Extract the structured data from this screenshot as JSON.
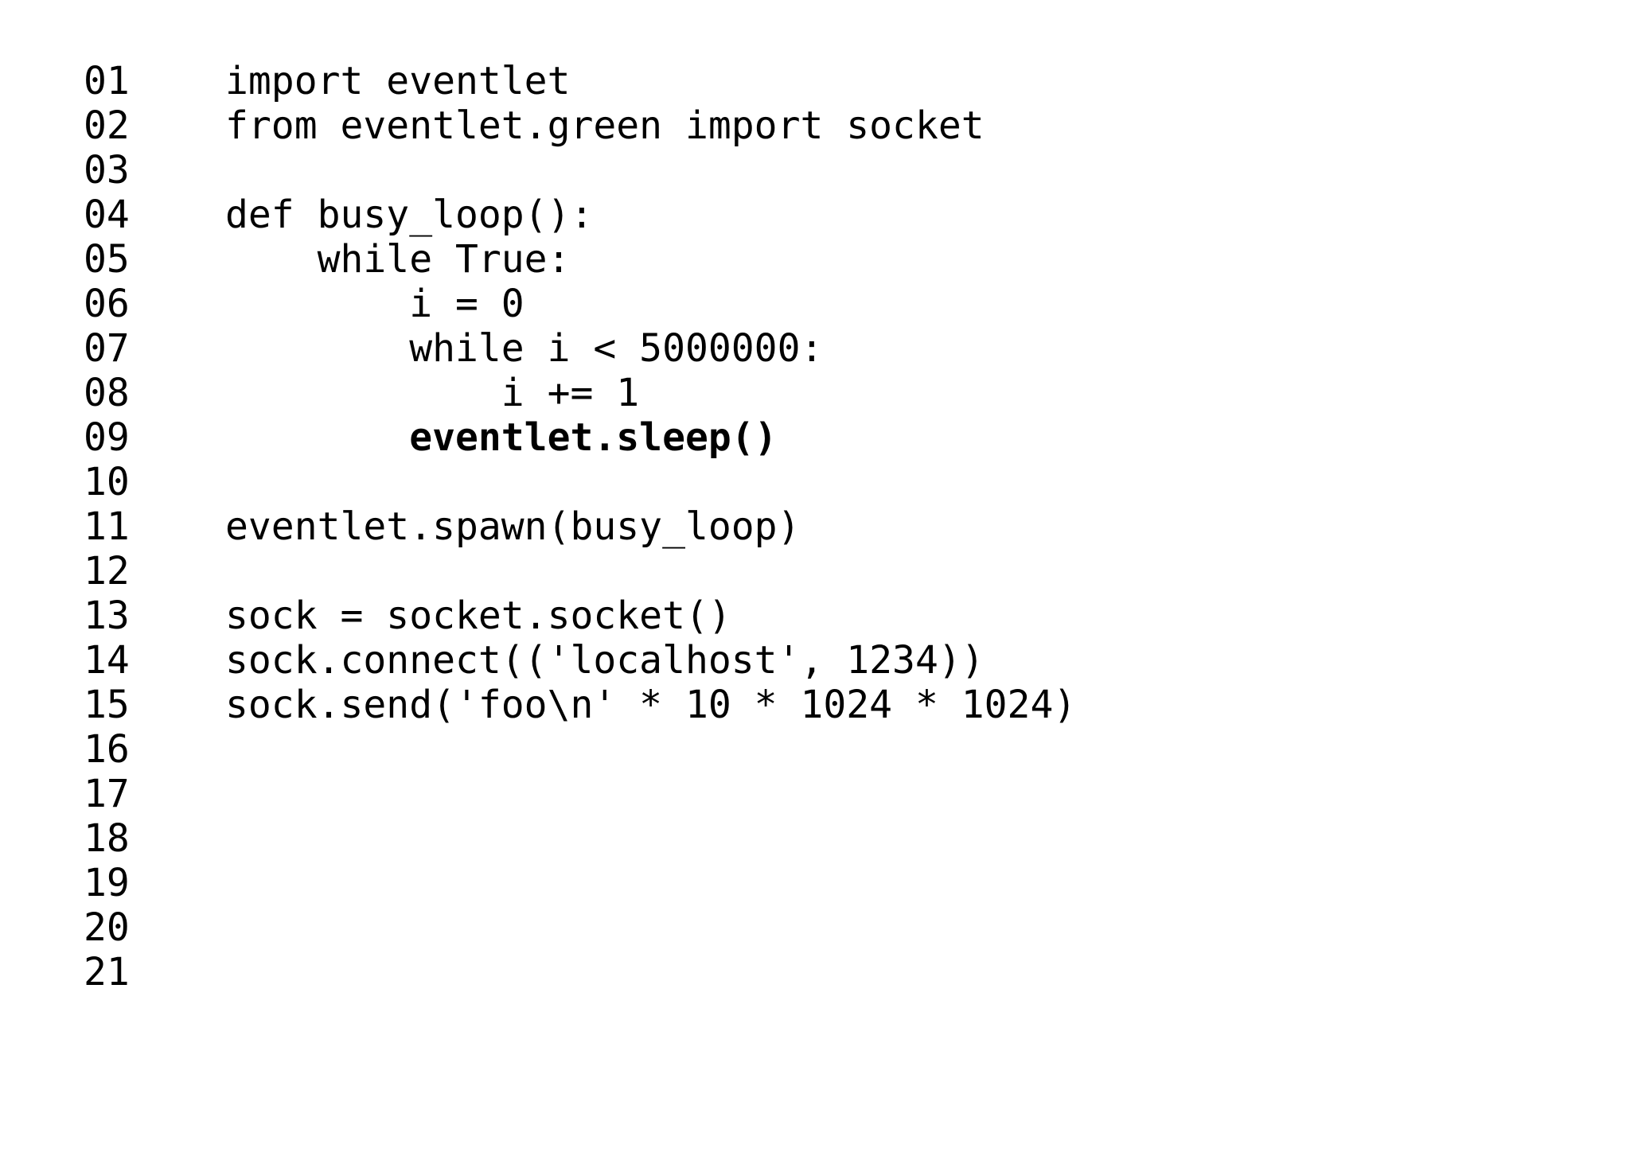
{
  "page": {
    "background_color": "#ffffff",
    "text_color": "#000000"
  },
  "code_listing": {
    "language": "python",
    "bold_line_number": "09",
    "lines": [
      {
        "num": "01",
        "code": "import eventlet",
        "bold": false
      },
      {
        "num": "02",
        "code": "from eventlet.green import socket",
        "bold": false
      },
      {
        "num": "03",
        "code": "",
        "bold": false
      },
      {
        "num": "04",
        "code": "def busy_loop():",
        "bold": false
      },
      {
        "num": "05",
        "code": "    while True:",
        "bold": false
      },
      {
        "num": "06",
        "code": "        i = 0",
        "bold": false
      },
      {
        "num": "07",
        "code": "        while i < 5000000:",
        "bold": false
      },
      {
        "num": "08",
        "code": "            i += 1",
        "bold": false
      },
      {
        "num": "09",
        "code": "        eventlet.sleep()",
        "bold": true
      },
      {
        "num": "10",
        "code": "",
        "bold": false
      },
      {
        "num": "11",
        "code": "eventlet.spawn(busy_loop)",
        "bold": false
      },
      {
        "num": "12",
        "code": "",
        "bold": false
      },
      {
        "num": "13",
        "code": "sock = socket.socket()",
        "bold": false
      },
      {
        "num": "14",
        "code": "sock.connect(('localhost', 1234))",
        "bold": false
      },
      {
        "num": "15",
        "code": "sock.send('foo\\n' * 10 * 1024 * 1024)",
        "bold": false
      },
      {
        "num": "16",
        "code": "",
        "bold": false
      },
      {
        "num": "17",
        "code": "",
        "bold": false
      },
      {
        "num": "18",
        "code": "",
        "bold": false
      },
      {
        "num": "19",
        "code": "",
        "bold": false
      },
      {
        "num": "20",
        "code": "",
        "bold": false
      },
      {
        "num": "21",
        "code": "",
        "bold": false
      }
    ]
  }
}
